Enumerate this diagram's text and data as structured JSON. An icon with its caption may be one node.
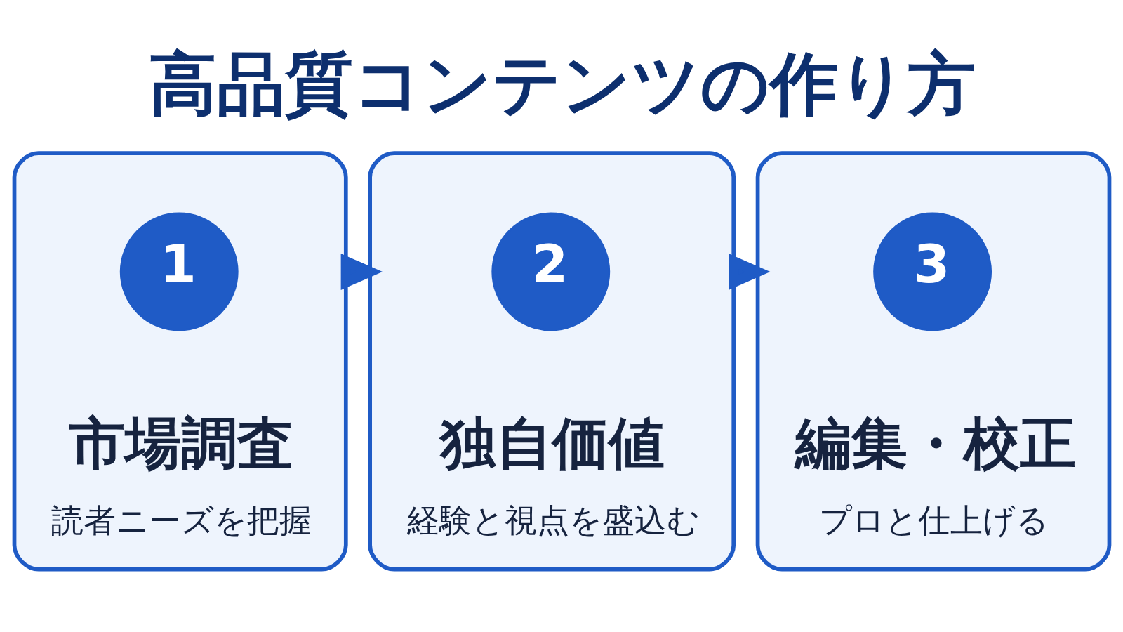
{
  "diagram": {
    "title": "高品質コンテンツの作り方",
    "nodes": [
      {
        "text": [
          "市場調査",
          "読者ニーズを把握"
        ]
      },
      {
        "text": [
          "1"
        ],
        "in": 0
      },
      {
        "text": [
          "独自価値",
          "経験と視点を盛込む"
        ]
      },
      {
        "text": [
          "2"
        ],
        "in": 2
      },
      {
        "text": [
          "編集・校正",
          "プロと仕上げる"
        ]
      },
      {
        "text": [
          "3"
        ],
        "in": 4
      }
    ],
    "edges": [
      {
        "from": 0,
        "to": 2,
        "arrow": "to"
      },
      {
        "from": 2,
        "to": 4,
        "arrow": "to"
      }
    ]
  }
}
